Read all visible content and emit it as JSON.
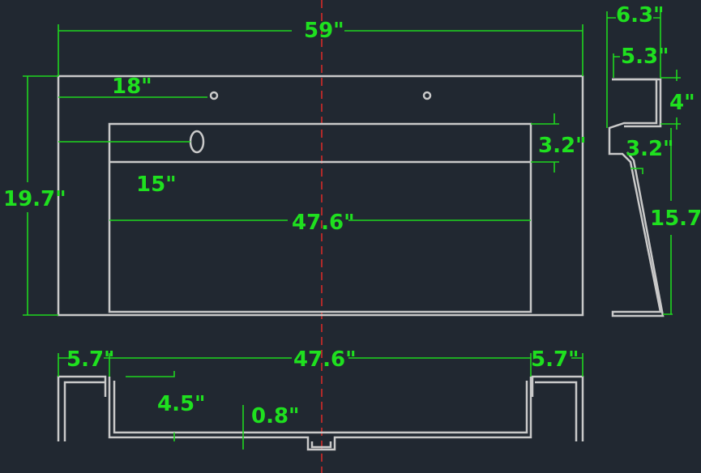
{
  "front_view": {
    "overall_width": "59\"",
    "overall_height": "19.7\"",
    "hole_height": "18\"",
    "overflow_height": "15\"",
    "basin_width": "47.6\"",
    "lip_height": "3.2\""
  },
  "side_view": {
    "top_depth": "6.3\"",
    "bracket_depth": "5.3\"",
    "bracket_height": "4\"",
    "lip_depth": "3.2\"",
    "body_height": "15.7\""
  },
  "bottom_view": {
    "left_wing": "5.7\"",
    "basin_width": "47.6\"",
    "right_wing": "5.7\"",
    "basin_depth": "4.5\"",
    "drain_depth": "0.8\""
  },
  "colors": {
    "background": "#212831",
    "outline": "#c9c9c9",
    "dimension": "#1fd61f",
    "centerline": "#b02a2a"
  }
}
